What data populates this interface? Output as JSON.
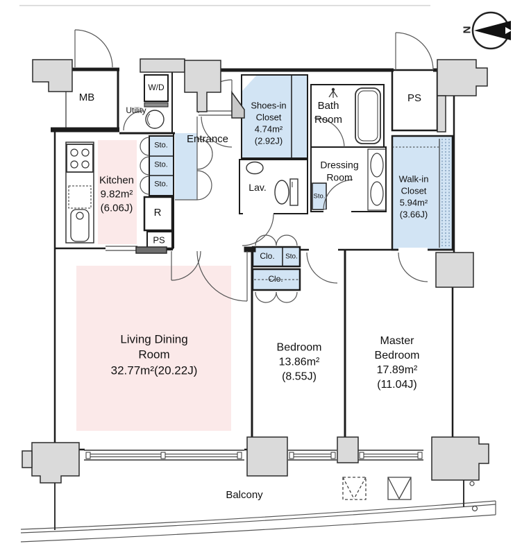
{
  "plan": {
    "compass": {
      "letter": "N"
    },
    "colors": {
      "floor_pink": "#fbe9e9",
      "floor_blue": "#d2e4f4",
      "pillar_gray": "#dadada",
      "wall_dark": "#1c1c1c"
    },
    "rooms": {
      "mb": {
        "label": "MB"
      },
      "wd": {
        "label": "W/D"
      },
      "utility": {
        "label": "Utility"
      },
      "kitchen": {
        "name": "Kitchen",
        "area": "9.82m²",
        "tatami": "(6.06J)"
      },
      "sto1": {
        "label": "Sto."
      },
      "sto2": {
        "label": "Sto."
      },
      "sto3": {
        "label": "Sto."
      },
      "entrance": {
        "label": "Entrance"
      },
      "refrigerator": {
        "label": "R"
      },
      "ps_left": {
        "label": "PS"
      },
      "shoes_closet": {
        "line1": "Shoes-in",
        "line2": "Closet",
        "area": "4.74m²",
        "tatami": "(2.92J)"
      },
      "bath": {
        "line1": "Bath",
        "line2": "Room"
      },
      "ps_right": {
        "label": "PS"
      },
      "dressing": {
        "line1": "Dressing",
        "line2": "Room"
      },
      "sto_dressing": {
        "label": "Sto."
      },
      "lav": {
        "label": "Lav."
      },
      "walkin_closet": {
        "line1": "Walk-in",
        "line2": "Closet",
        "area": "5.94m²",
        "tatami": "(3.66J)"
      },
      "clo_top": {
        "label": "Clo."
      },
      "sto_top": {
        "label": "Sto."
      },
      "clo_bottom": {
        "label": "Clo."
      },
      "living": {
        "line1": "Living Dining",
        "line2": "Room",
        "area": "32.77m²(20.22J)"
      },
      "bedroom": {
        "name": "Bedroom",
        "area": "13.86m²",
        "tatami": "(8.55J)"
      },
      "master": {
        "line1": "Master",
        "line2": "Bedroom",
        "area": "17.89m²",
        "tatami": "(11.04J)"
      },
      "balcony": {
        "label": "Balcony"
      }
    }
  }
}
